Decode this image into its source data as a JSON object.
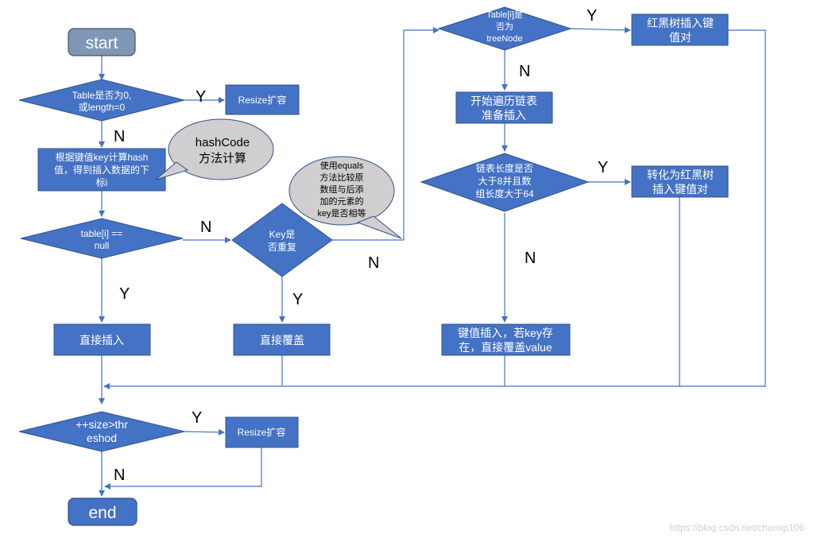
{
  "nodes": {
    "start": "start",
    "end": "end",
    "table_empty_1": "Table是否为0,",
    "table_empty_2": "或length=0",
    "resize_1": "Resize扩容",
    "resize_2": "Resize扩容",
    "compute_1": "根据键值key计算hash",
    "compute_2": "值，得到插入数据的下",
    "compute_3": "标i",
    "hashcode_1": "hashCode",
    "hashcode_2": "方法计算",
    "tablei_null_1": "table[i] ==",
    "tablei_null_2": "null",
    "direct_insert": "直接插入",
    "key_dup_1": "Key是",
    "key_dup_2": "否重复",
    "equals_1": "使用equals",
    "equals_2": "方法比较原",
    "equals_3": "数组与后添",
    "equals_4": "加的元素的",
    "equals_5": "key是否相等",
    "direct_overwrite": "直接覆盖",
    "treenode_1": "Table[i]是",
    "treenode_2": "否为",
    "treenode_3": "treeNode",
    "rbtree_insert_1": "红黑树插入键",
    "rbtree_insert_2": "值对",
    "traverse_1": "开始遍历链表",
    "traverse_2": "准备插入",
    "length_check_1": "链表长度是否",
    "length_check_2": "大于8并且数",
    "length_check_3": "组长度大于64",
    "convert_1": "转化为红黑树",
    "convert_2": "插入键值对",
    "kv_insert_1": "键值插入，若key存",
    "kv_insert_2": "在，直接覆盖value",
    "size_check_1": "++size>thr",
    "size_check_2": "eshod"
  },
  "labels": {
    "y": "Y",
    "n": "N"
  },
  "watermark": "https://blog.csdn.net/chenxp106"
}
